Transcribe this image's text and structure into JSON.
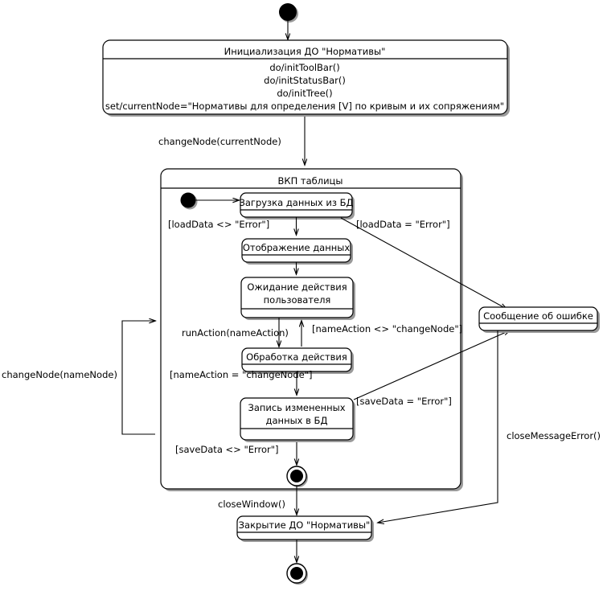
{
  "diagram": {
    "type": "uml-state-machine",
    "language": "ru",
    "background": "#ffffff",
    "line_color": "#000000",
    "shadow_color": "#9a9a9a"
  },
  "states": {
    "init_do": {
      "title": "Инициализация ДО \"Нормативы\"",
      "body": [
        "do/initToolBar()",
        "do/initStatusBar()",
        "do/initTree()",
        "set/currentNode=\"Нормативы для определения [V] по кривым и их сопряжениям\""
      ]
    },
    "composite": {
      "title": "ВКП таблицы"
    },
    "load_data": {
      "title": "Загрузка данных из БД"
    },
    "show_data": {
      "title": "Отображение данных"
    },
    "wait_action": {
      "title_line1": "Ожидание действия",
      "title_line2": "пользователя"
    },
    "process_action": {
      "title": "Обработка действия"
    },
    "save_data": {
      "title_line1": "Запись измененных",
      "title_line2": "данных в БД"
    },
    "error_message": {
      "title": "Сообщение об ошибке"
    },
    "close_do": {
      "title": "Закрытие ДО \"Нормативы\""
    }
  },
  "transitions": {
    "start_to_init": {
      "label": ""
    },
    "init_to_composite": {
      "label": "changeNode(currentNode)"
    },
    "start_to_load": {
      "label": ""
    },
    "load_to_show": {
      "label": "[loadData <> \"Error\"]"
    },
    "load_to_error": {
      "label": "[loadData = \"Error\"]"
    },
    "show_to_wait": {
      "label": ""
    },
    "wait_to_process": {
      "label": "runAction(nameAction)"
    },
    "process_to_wait": {
      "label": "[nameAction <> \"changeNode\"]"
    },
    "process_to_save": {
      "label": "[nameAction = \"changeNode\"]"
    },
    "save_to_error": {
      "label": "[saveData = \"Error\"]"
    },
    "save_to_final": {
      "label": "[saveData <> \"Error\"]"
    },
    "composite_self": {
      "label": "changeNode(nameNode)"
    },
    "final_to_close": {
      "label": "closeWindow()"
    },
    "error_to_close": {
      "label": "closeMessageError()"
    }
  }
}
